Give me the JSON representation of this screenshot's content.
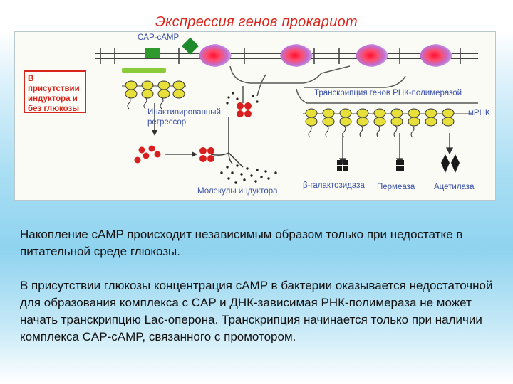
{
  "title": "Экспрессия генов прокариот",
  "diagram": {
    "label_cap_camp": "CAP-cAMP",
    "label_condition": "В присутствии индуктора и без глюкозы",
    "label_inactive_repressor": "Инактивированный регрессор",
    "label_transcription": "Транскрипция генов РНК-полимеразой",
    "label_mrna": "мРНК",
    "label_inducer": "Молекулы индуктора",
    "label_galactosidase": "β-галактозидаза",
    "label_permease": "Пермеаза",
    "label_acetylase": "Ацетилаза",
    "colors": {
      "title": "#d9261c",
      "label": "#3850a8",
      "green_box": "#2e9a2e",
      "polymerase": "#e8e03a",
      "repressor": "#d81e1e",
      "protein": "#1a1a1a"
    }
  },
  "paragraph1": "Накопление cAMP происходит независимым образом только при недостатке в питательной среде глюкозы.",
  "paragraph2": "В присутствии глюкозы концентрация cAMP в бактерии оказывается недостаточной для образования комплекса с CAP и ДНК-зависимая РНК-полимераза не может начать транскрипцию Lac-оперона. Транскрипция начинается только при наличии комплекса CAP-cAMP, связанного с промотором."
}
